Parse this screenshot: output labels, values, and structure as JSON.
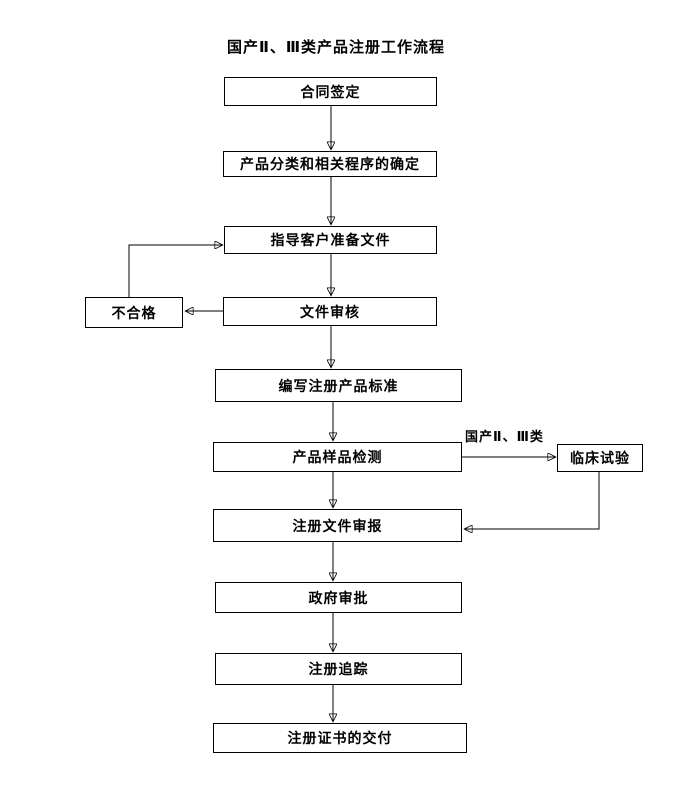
{
  "title": "国产Ⅱ、Ⅲ类产品注册工作流程",
  "nodes": {
    "contract": "合同签定",
    "classification": "产品分类和相关程序的确定",
    "guide_docs": "指导客户准备文件",
    "doc_review": "文件审核",
    "unqualified": "不合格",
    "write_standard": "编写注册产品标准",
    "sample_test": "产品样品检测",
    "clinical_trial": "临床试验",
    "filing": "注册文件审报",
    "gov_approval": "政府审批",
    "tracking": "注册追踪",
    "certificate": "注册证书的交付"
  },
  "edge_labels": {
    "domestic_class": "国产Ⅱ、Ⅲ类"
  },
  "colors": {
    "background": "#ffffff",
    "line": "#000000",
    "box_fill": "#ffffff",
    "box_border": "#000000",
    "text": "#000000"
  }
}
